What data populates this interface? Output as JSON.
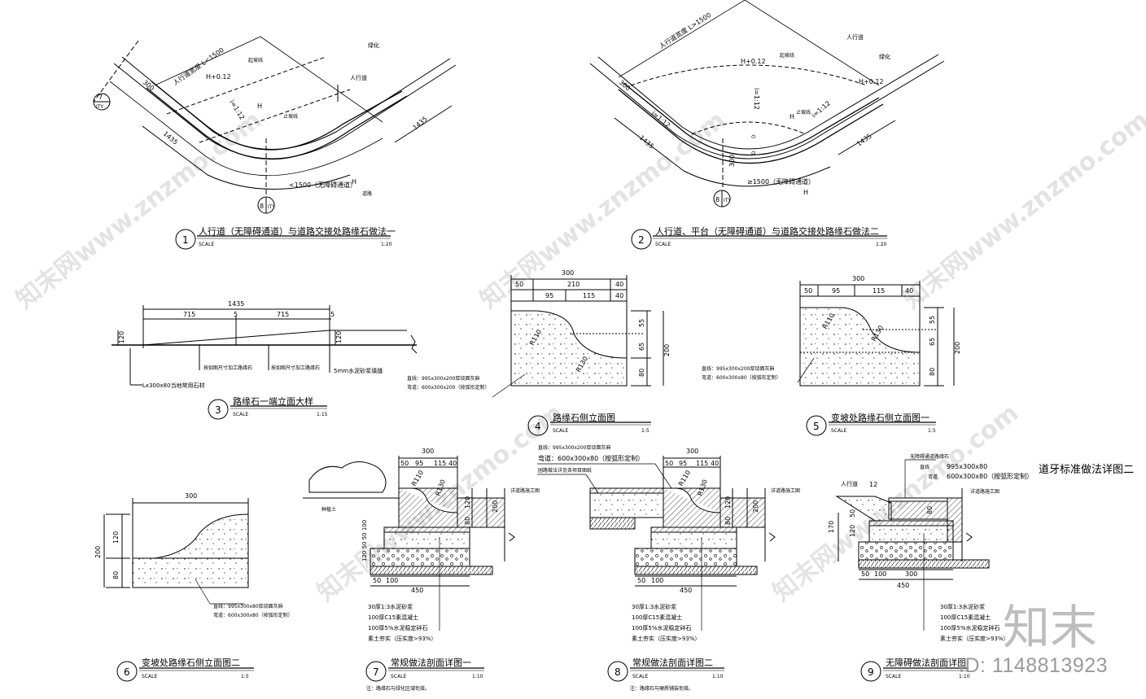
{
  "sheet": {
    "title": "道牙标准做法详图二",
    "id_label": "ID: 1148813923",
    "logo": "知末",
    "watermark": "知末网www.znzmo.com"
  },
  "details": [
    {
      "number": "1",
      "title": "人行道（无障碍通道）与道路交接处路缘石做法一",
      "scale_label": "SCALE",
      "scale": "1:20"
    },
    {
      "number": "2",
      "title": "人行道、平台（无障碍通道）与道路交接处路缘石做法二",
      "scale_label": "SCALE",
      "scale": "1:20"
    },
    {
      "number": "3",
      "title": "路缘石一端立面大样",
      "scale_label": "SCALE",
      "scale": "1:15"
    },
    {
      "number": "4",
      "title": "路缘石侧立面图",
      "scale_label": "SCALE",
      "scale": "1:5"
    },
    {
      "number": "5",
      "title": "变坡处路缘石侧立面图一",
      "scale_label": "SCALE",
      "scale": "1:5"
    },
    {
      "number": "6",
      "title": "变坡处路缘石侧立面图二",
      "scale_label": "SCALE",
      "scale": "1:5"
    },
    {
      "number": "7",
      "title": "常规做法剖面详图一",
      "scale_label": "SCALE",
      "scale": "1:10",
      "note": "注：路缘石与绿化区域衔接。"
    },
    {
      "number": "8",
      "title": "常规做法剖面详图二",
      "scale_label": "SCALE",
      "scale": "1:10",
      "note": "注：路缘石与硬质铺装衔接。"
    },
    {
      "number": "9",
      "title": "无障碍做法剖面详图",
      "scale_label": "SCALE",
      "scale": "1:10"
    }
  ],
  "plan1": {
    "width_label": "人行道宽度 L<1500",
    "slope_label": "i=1:12",
    "level_h012": "H+0.12",
    "level_h": "H",
    "slope_line1": "起坡线",
    "slope_line2": "止坡线",
    "walk": "人行道",
    "green": "绿化",
    "road": "道路",
    "dim_1435a": "1435",
    "dim_1435b": "1435",
    "dim_300": "300",
    "arc_label": "<1500（无障碍通道）",
    "sec_top": "7",
    "sec_top_sheet": "ITY",
    "sec_bot": "8",
    "sec_bot_sheet": "ITY"
  },
  "plan2": {
    "width_label": "人行道宽度 L>1500",
    "slope_a": "i=1:12",
    "slope_b": "i=1:12",
    "slope_c": "i=1:12",
    "level_h012a": "H+0.12",
    "level_h012b": "H+0.12",
    "level_h": "H",
    "slope_line1": "起坡线",
    "slope_line2": "止坡线",
    "walk": "人行道",
    "green": "绿化",
    "dim_1435a": "1435",
    "dim_1435b": "1435",
    "dim_300": "300",
    "dim_d1": "D",
    "dim_d2": "D",
    "arc_label": "≥1500（无障碍通道）",
    "sec_bot": "8",
    "sec_bot_sheet": "ITY"
  },
  "elev3": {
    "total": "1435",
    "seg1": "715",
    "gap1": "5",
    "seg2": "715",
    "gap2": "5",
    "h_left": "120",
    "h_right": "120",
    "label_a": "按如图尺寸加工路缘石",
    "label_b": "按如图尺寸加工路缘石",
    "label_c": "5mm水泥砂浆填缝",
    "label_d": "Lx300x80当地常用石材"
  },
  "curb4": {
    "w300": "300",
    "d50": "50",
    "d210": "210",
    "d40a": "40",
    "d95": "95",
    "d115": "115",
    "d40b": "40",
    "h55": "55",
    "h65": "65",
    "h80": "80",
    "h200": "200",
    "r110": "R110",
    "r130": "R130",
    "note1": "直线：995x300x200厚烧面灰麻",
    "note2": "弯道：600x300x200（按弧形定制）"
  },
  "curb5": {
    "w300": "300",
    "d50": "50",
    "d95": "95",
    "d115": "115",
    "d40": "40",
    "h55": "55",
    "h65": "65",
    "h80": "80",
    "h200": "200",
    "r110": "R110",
    "r130": "R130",
    "note1": "直线：995x300x200厚烧面灰麻",
    "note2": "弯道：600x300x80（按弧形定制）"
  },
  "curb6": {
    "w300": "300",
    "h120": "120",
    "h80": "80",
    "h200": "200",
    "note1": "直线：995x300x80厚烧面灰麻",
    "note2": "弯道：600x300x80（按弧形定制）"
  },
  "sec7": {
    "w300": "300",
    "d50": "50",
    "d95": "95",
    "d115": "115",
    "d40": "40",
    "r110": "R110",
    "r130": "R130",
    "h120": "120",
    "h80": "80",
    "h200": "200",
    "left_dims": "120 50 50 100",
    "planting": "种植土",
    "road_ref": "详道路施工图",
    "b50": "50",
    "b100": "100",
    "w450": "450",
    "layer1": "30厚1:3水泥砂浆",
    "layer2": "100厚C15素混凝土",
    "layer3": "100厚5%水泥稳定碎石",
    "layer4": "素土夯实（压实度>93%）"
  },
  "sec8": {
    "note1": "直线：995x300x200厚烧面灰麻",
    "note2": "弯道：600x300x80（按弧形定制）",
    "paving_ref": "园路做法详见各项目图纸",
    "w300": "300",
    "d50": "50",
    "d95": "95",
    "d115": "115",
    "d40": "40",
    "r110": "R110",
    "r130": "R130",
    "h120": "120",
    "h80": "80",
    "h200": "200",
    "road_ref": "详道路施工图",
    "b50": "50",
    "b100": "100",
    "w450": "450",
    "layer1": "30厚1:3水泥砂浆",
    "layer2": "100厚C15素混凝土",
    "layer3": "100厚5%水泥稳定碎石",
    "layer4": "素土夯实（压实度>93%）"
  },
  "sec9": {
    "title1": "无障碍通道路缘石",
    "straight": "直线",
    "straight_v": "995x300x80",
    "curve": "弯道",
    "curve_v": "600x300x80（按弧形定制）",
    "walk": "人行道",
    "d12": "12",
    "road_ref": "详道路施工图",
    "h170": "170",
    "h50": "50",
    "h120": "120",
    "h80": "80",
    "b50": "50",
    "b100": "100",
    "w300": "300",
    "w450": "450",
    "layer1": "30厚1:3水泥砂浆",
    "layer2": "100厚C15素混凝土",
    "layer3": "100厚5%水泥稳定碎石",
    "layer4": "素土夯实（压实度>93%）"
  }
}
